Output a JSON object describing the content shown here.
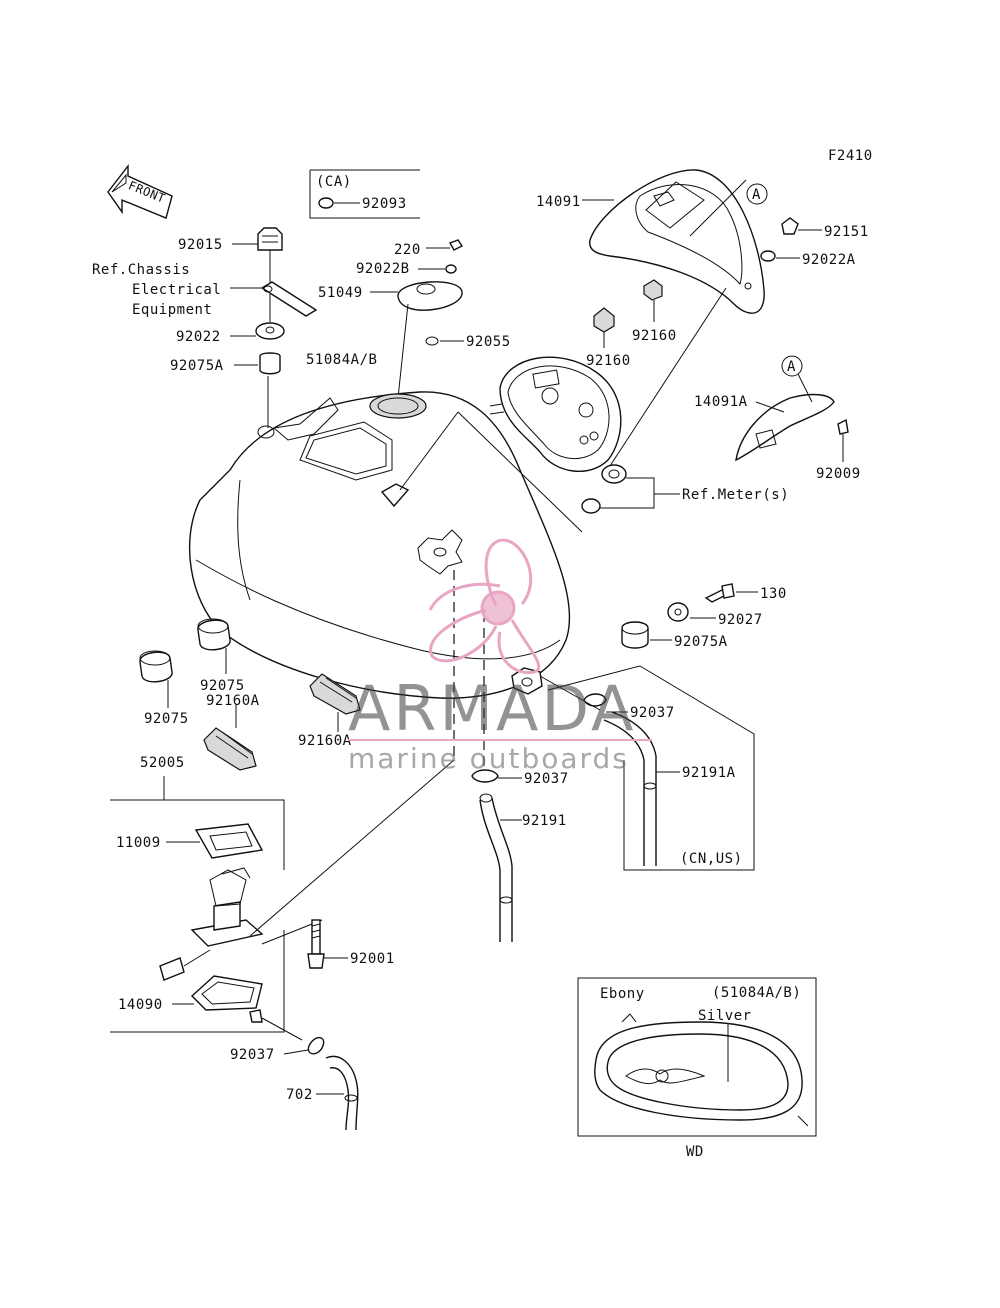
{
  "figure_code": "F2410",
  "front_label": "FRONT",
  "watermark": {
    "brand": "ARMADA",
    "tagline": "marine outboards",
    "color": "#e8a6c4"
  },
  "ca_box": {
    "title": "(CA)",
    "part": "92093"
  },
  "ref_callout": "A",
  "labels": {
    "p14091": "14091",
    "p92151": "92151",
    "p92022A": "92022A",
    "p92160a": "92160",
    "p92160b": "92160",
    "p14091A": "14091A",
    "p92009": "92009",
    "refMeter": "Ref.Meter(s)",
    "p92015": "92015",
    "refChassis1": "Ref.Chassis",
    "refChassis2": "Electrical",
    "refChassis3": "Equipment",
    "p92022": "92022",
    "p92075A_top": "92075A",
    "p220": "220",
    "p92022B": "92022B",
    "p51049": "51049",
    "p92055": "92055",
    "p51084AB": "51084A/B",
    "p130": "130",
    "p92027": "92027",
    "p92075A_right": "92075A",
    "p92075_a": "92075",
    "p92075_b": "92075",
    "p92160A_a": "92160A",
    "p92160A_b": "92160A",
    "p52005": "52005",
    "p11009": "11009",
    "p92037_a": "92037",
    "p92037_b": "92037",
    "p92037_c": "92037",
    "p92191A": "92191A",
    "p92191": "92191",
    "cnus": "(CN,US)",
    "p92001": "92001",
    "p14090": "14090",
    "p702": "702",
    "ebony": "Ebony",
    "inset_ref": "(51084A/B)",
    "silver": "Silver",
    "wd": "WD"
  }
}
